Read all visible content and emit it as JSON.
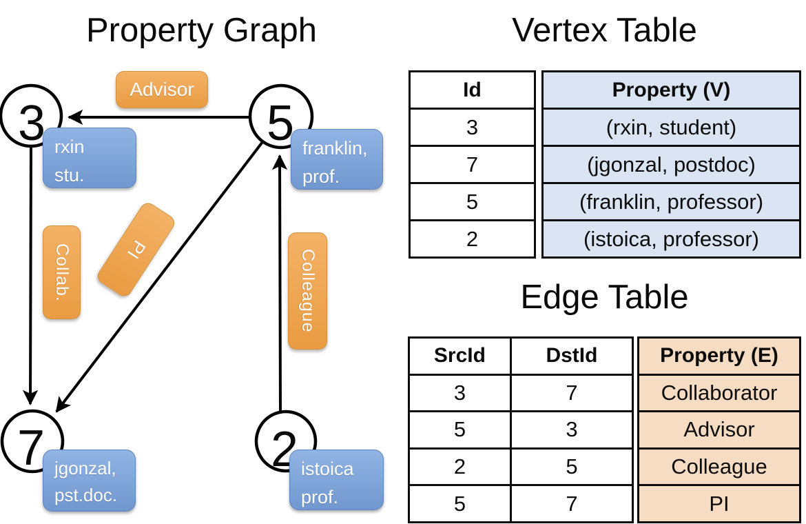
{
  "graph": {
    "title": "Property Graph",
    "nodes": [
      {
        "id": "3",
        "prop_line1": "rxin",
        "prop_line2": "stu."
      },
      {
        "id": "5",
        "prop_line1": "franklin,",
        "prop_line2": "prof."
      },
      {
        "id": "7",
        "prop_line1": "jgonzal,",
        "prop_line2": "pst.doc."
      },
      {
        "id": "2",
        "prop_line1": "istoica",
        "prop_line2": "prof."
      }
    ],
    "edge_labels": {
      "advisor": "Advisor",
      "collab": "Collab.",
      "pi": "PI",
      "colleague": "Colleague"
    }
  },
  "vertex_table": {
    "title": "Vertex Table",
    "headers": {
      "id": "Id",
      "prop": "Property (V)"
    },
    "rows": [
      {
        "id": "3",
        "prop": "(rxin, student)"
      },
      {
        "id": "7",
        "prop": "(jgonzal, postdoc)"
      },
      {
        "id": "5",
        "prop": "(franklin, professor)"
      },
      {
        "id": "2",
        "prop": "(istoica, professor)"
      }
    ]
  },
  "edge_table": {
    "title": "Edge Table",
    "headers": {
      "src": "SrcId",
      "dst": "DstId",
      "prop": "Property (E)"
    },
    "rows": [
      {
        "src": "3",
        "dst": "7",
        "prop": "Collaborator"
      },
      {
        "src": "5",
        "dst": "3",
        "prop": "Advisor"
      },
      {
        "src": "2",
        "dst": "5",
        "prop": "Colleague"
      },
      {
        "src": "5",
        "dst": "7",
        "prop": "PI"
      }
    ]
  },
  "colors": {
    "orange_label_top": "#f4b266",
    "orange_label_bottom": "#e99c42",
    "blue_node_top": "#91b4e4",
    "blue_node_bottom": "#7097cf",
    "vertex_column_fill": "#dbe4f2",
    "edge_column_fill": "#f6dcc2"
  }
}
